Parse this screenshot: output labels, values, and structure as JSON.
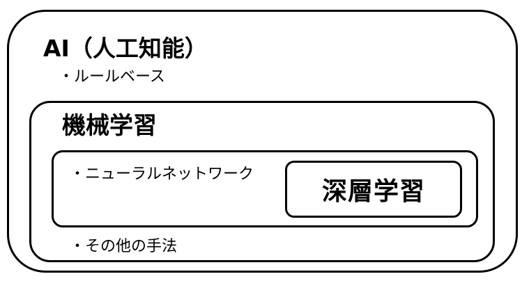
{
  "diagram": {
    "ai": {
      "title": "AI（人工知能）",
      "bullet": "・ルールベース"
    },
    "machine_learning": {
      "title": "機械学習",
      "bullet_other": "・その他の手法"
    },
    "neural_network": {
      "bullet": "・ニューラルネットワーク"
    },
    "deep_learning": {
      "title": "深層学習"
    }
  }
}
